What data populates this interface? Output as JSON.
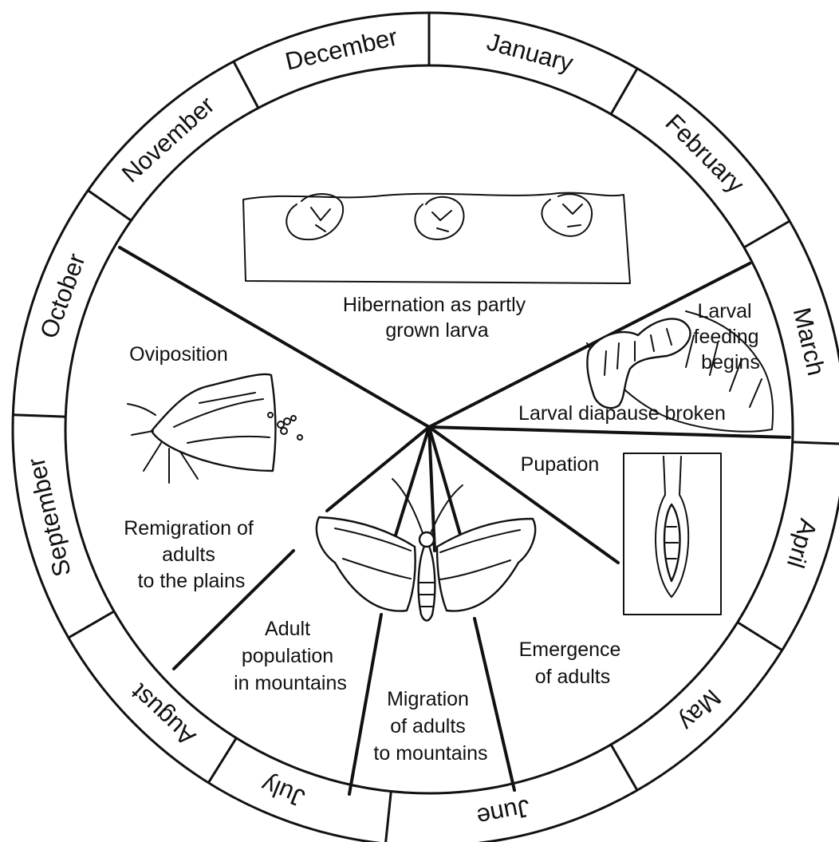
{
  "months": [
    "January",
    "February",
    "March",
    "April",
    "May",
    "June",
    "July",
    "August",
    "September",
    "October",
    "November",
    "December"
  ],
  "stages": {
    "hibernation": [
      "Hibernation as partly",
      "grown larva"
    ],
    "larval_feeding": [
      "Larval",
      "feeding",
      "begins"
    ],
    "diapause_broken": [
      "Larval diapause broken"
    ],
    "pupation": [
      "Pupation"
    ],
    "emergence": [
      "Emergence",
      "of adults"
    ],
    "migration": [
      "Migration",
      "of adults",
      "to mountains"
    ],
    "adult_population": [
      "Adult",
      "population",
      "in mountains"
    ],
    "remigration": [
      "Remigration of",
      "adults",
      "to the plains"
    ],
    "oviposition": [
      "Oviposition"
    ]
  },
  "icons": [
    "larva-icon",
    "feeding-larva-icon",
    "pupa-icon",
    "moth-icon",
    "egg-laying-moth-icon"
  ]
}
